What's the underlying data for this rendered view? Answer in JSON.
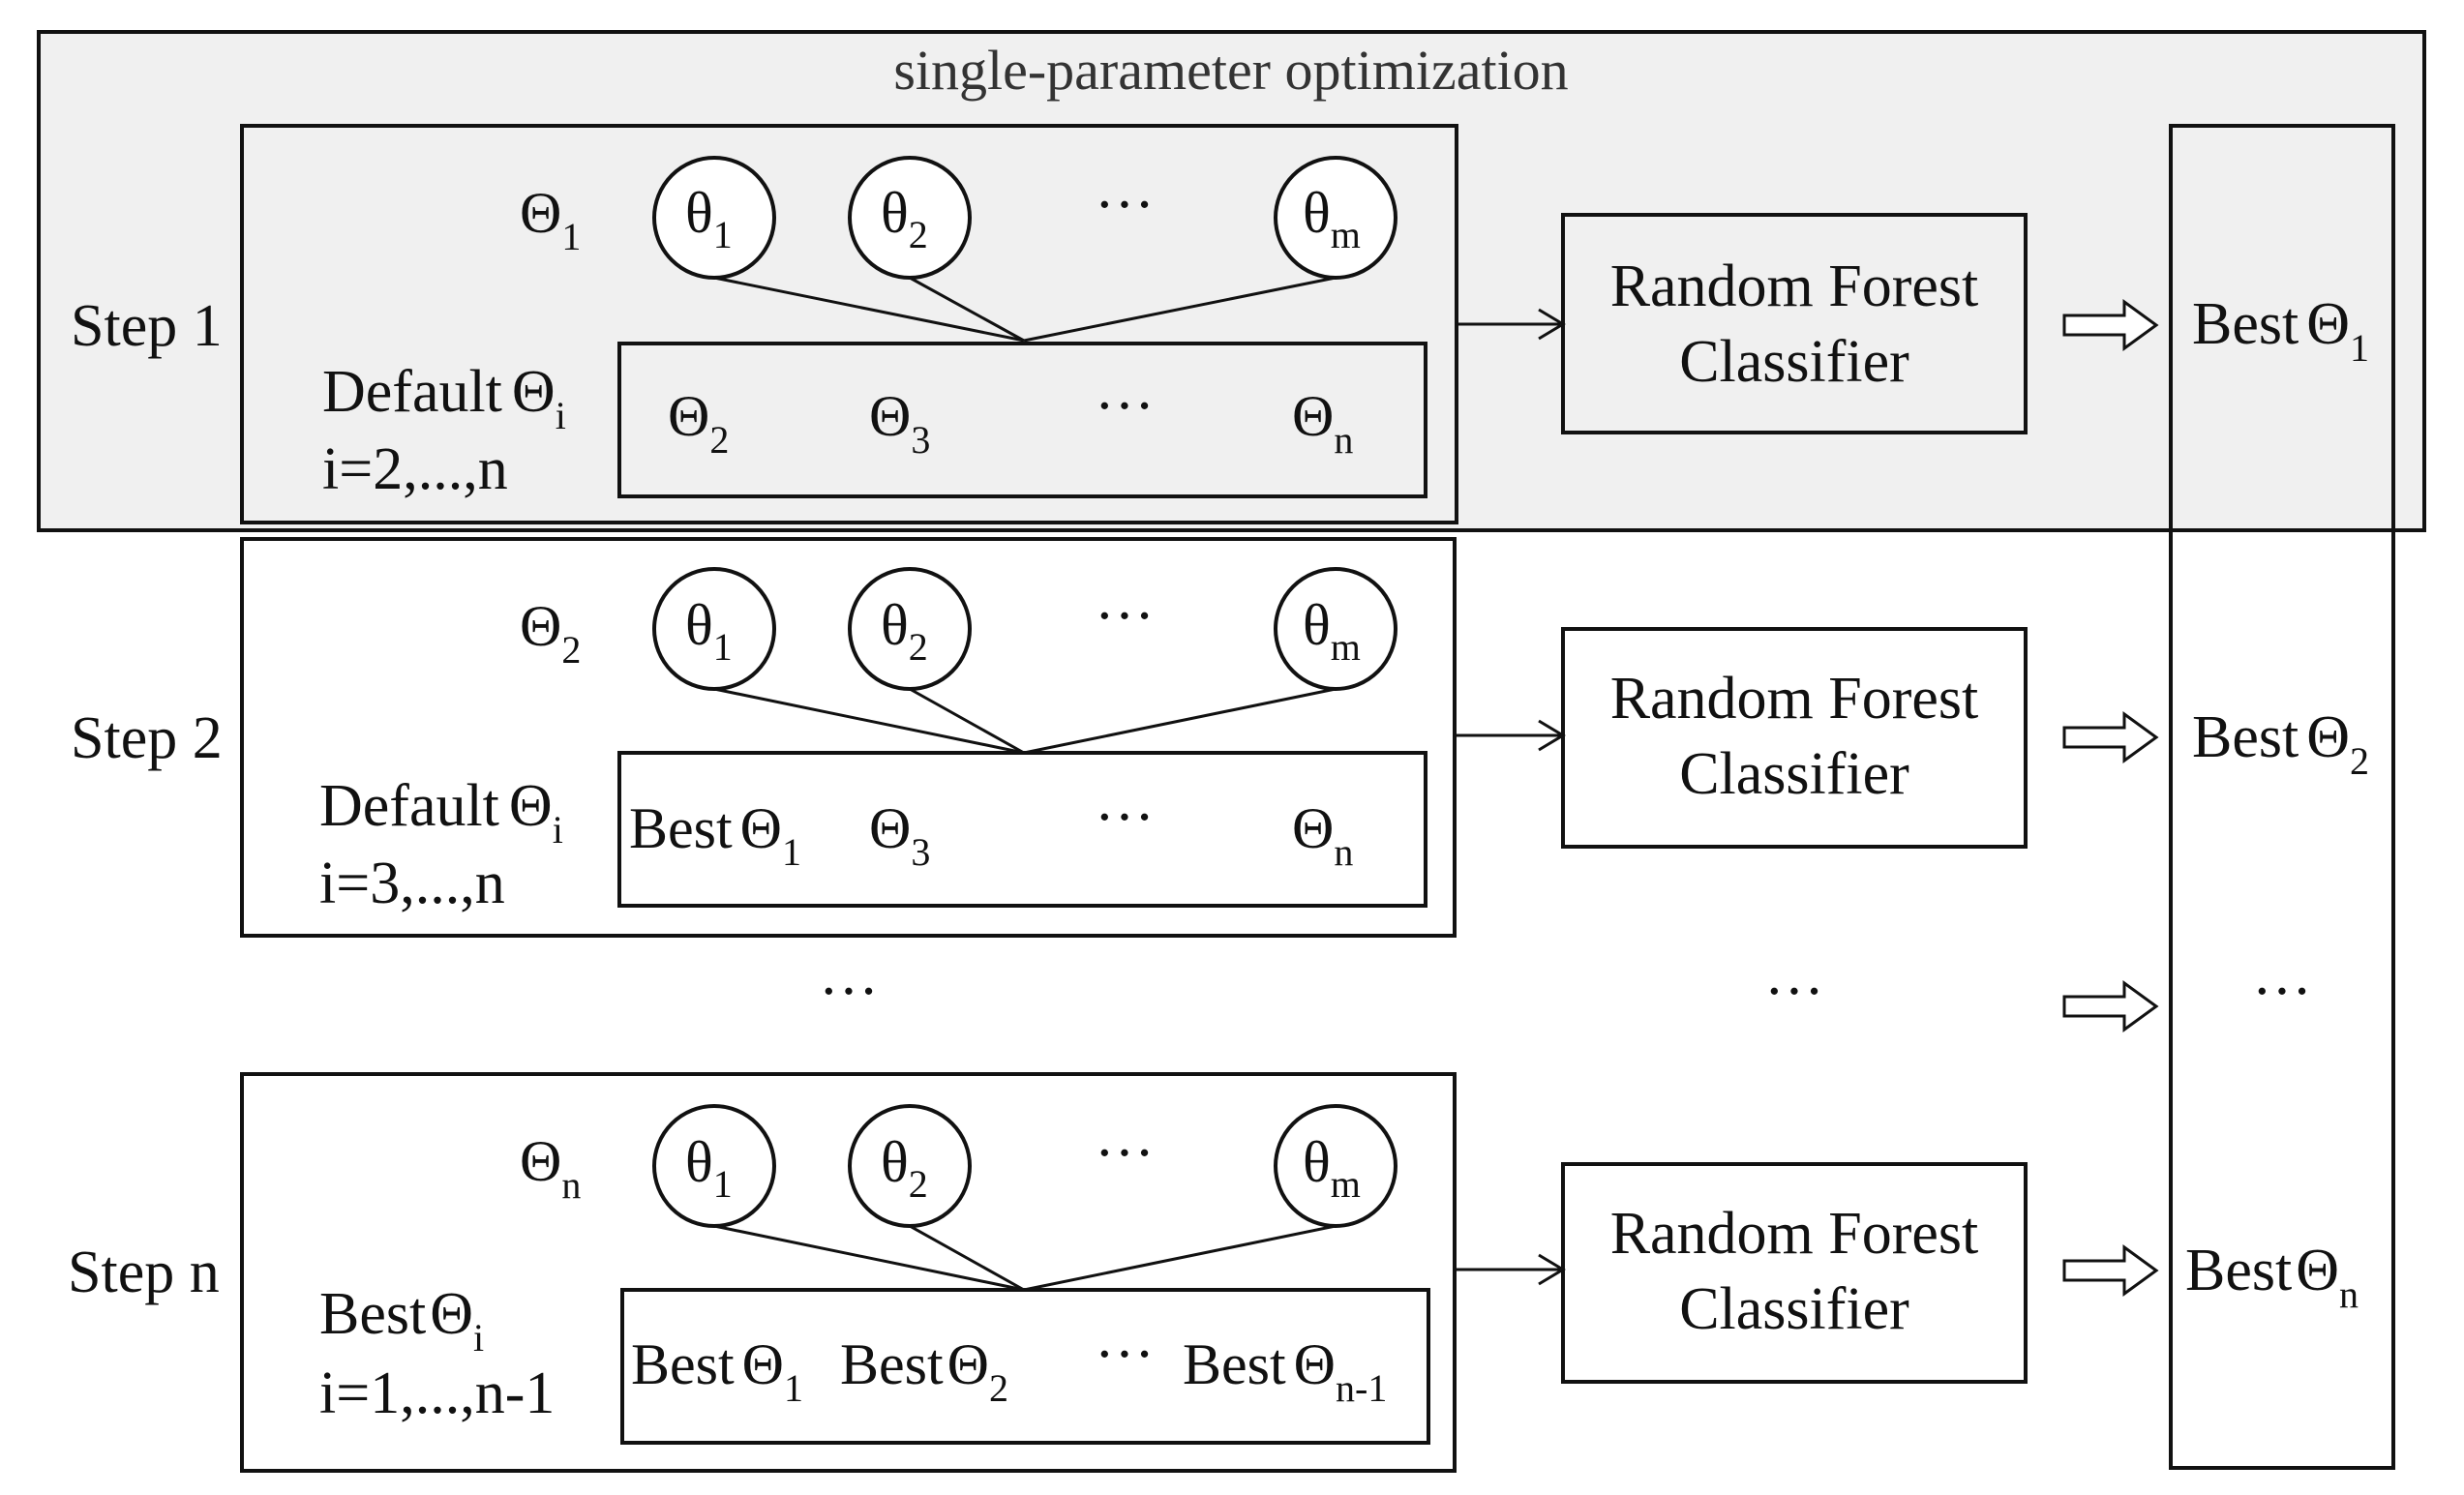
{
  "banner": {
    "title": "single-parameter optimization"
  },
  "colors": {
    "banner_fill": "#f0f0f0",
    "stroke": "#111111",
    "text": "#111111"
  },
  "classifier_label": [
    "Random Forest",
    "Classifier"
  ],
  "ellipsis": "···",
  "greek": {
    "upper": "Θ",
    "lower": "θ"
  },
  "middle": {
    "left": "···",
    "center": "···",
    "right": "···"
  },
  "steps": [
    {
      "label": "Step 1",
      "optimized": {
        "symbol": "Θ",
        "sub": "1"
      },
      "candidates": [
        {
          "sym": "θ",
          "sub": "1"
        },
        {
          "sym": "θ",
          "sub": "2"
        },
        {
          "sym": "···",
          "sub": ""
        },
        {
          "sym": "θ",
          "sub": "m"
        }
      ],
      "fixed_label": {
        "prefix": "Default",
        "symbol": "Θ",
        "sub": "i"
      },
      "fixed_range": "i=2,...,n",
      "fixed_params": [
        {
          "prefix": "",
          "symbol": "Θ",
          "sub": "2"
        },
        {
          "prefix": "",
          "symbol": "Θ",
          "sub": "3"
        },
        {
          "prefix": "",
          "symbol": "···",
          "sub": ""
        },
        {
          "prefix": "",
          "symbol": "Θ",
          "sub": "n"
        }
      ],
      "result": {
        "prefix": "Best",
        "symbol": "Θ",
        "sub": "1"
      }
    },
    {
      "label": "Step 2",
      "optimized": {
        "symbol": "Θ",
        "sub": "2"
      },
      "candidates": [
        {
          "sym": "θ",
          "sub": "1"
        },
        {
          "sym": "θ",
          "sub": "2"
        },
        {
          "sym": "···",
          "sub": ""
        },
        {
          "sym": "θ",
          "sub": "m"
        }
      ],
      "fixed_label": {
        "prefix": "Default",
        "symbol": "Θ",
        "sub": "i"
      },
      "fixed_range": "i=3,...,n",
      "fixed_params": [
        {
          "prefix": "Best",
          "symbol": "Θ",
          "sub": "1"
        },
        {
          "prefix": "",
          "symbol": "Θ",
          "sub": "3"
        },
        {
          "prefix": "",
          "symbol": "···",
          "sub": ""
        },
        {
          "prefix": "",
          "symbol": "Θ",
          "sub": "n"
        }
      ],
      "result": {
        "prefix": "Best",
        "symbol": "Θ",
        "sub": "2"
      }
    },
    {
      "label": "Step n",
      "optimized": {
        "symbol": "Θ",
        "sub": "n"
      },
      "candidates": [
        {
          "sym": "θ",
          "sub": "1"
        },
        {
          "sym": "θ",
          "sub": "2"
        },
        {
          "sym": "···",
          "sub": ""
        },
        {
          "sym": "θ",
          "sub": "m"
        }
      ],
      "fixed_label": {
        "prefix": "Best",
        "symbol": "Θ",
        "sub": "i"
      },
      "fixed_range": "i=1,...,n-1",
      "fixed_params": [
        {
          "prefix": "Best",
          "symbol": "Θ",
          "sub": "1"
        },
        {
          "prefix": "Best",
          "symbol": "Θ",
          "sub": "2"
        },
        {
          "prefix": "",
          "symbol": "···",
          "sub": ""
        },
        {
          "prefix": "Best",
          "symbol": "Θ",
          "sub": "n-1"
        }
      ],
      "result": {
        "prefix": "Best",
        "symbol": "Θ",
        "sub": "n"
      }
    }
  ]
}
